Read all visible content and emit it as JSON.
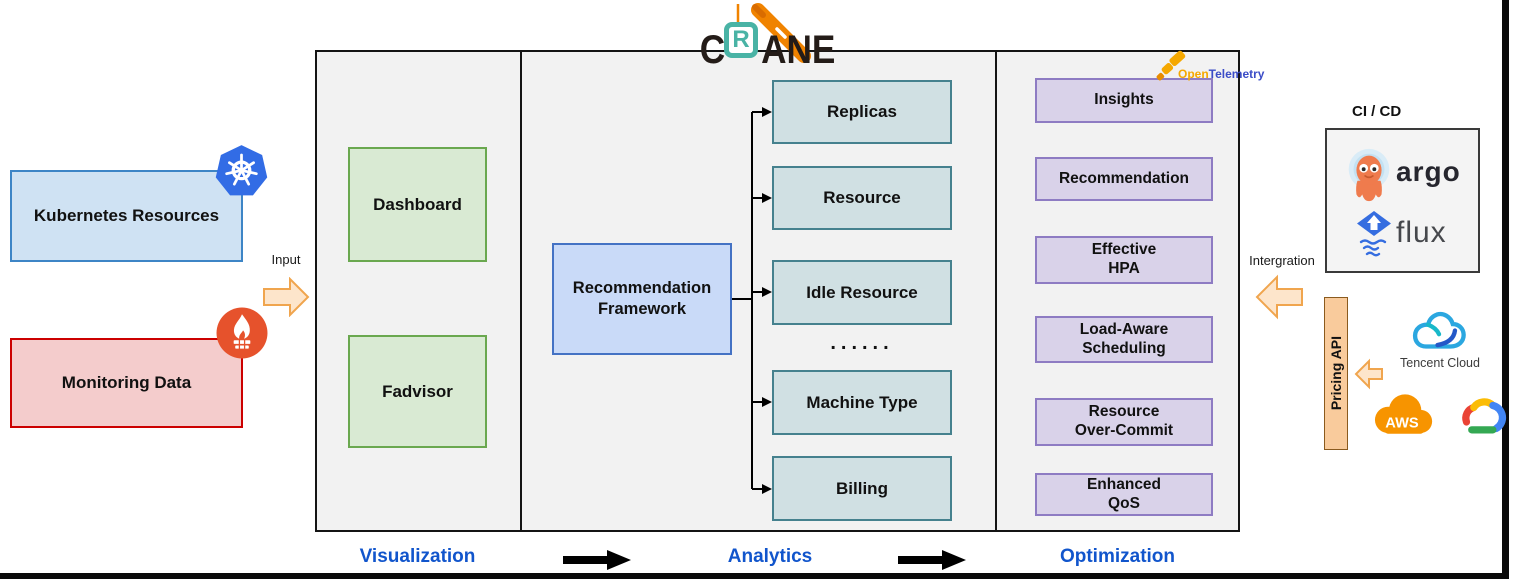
{
  "brand": {
    "c": "C",
    "r": "R",
    "ane": "ANE"
  },
  "sources": {
    "kubernetes_label": "Kubernetes Resources",
    "monitoring_label": "Monitoring Data",
    "input_label": "Input"
  },
  "visualization": {
    "title": "Visualization",
    "dashboard": "Dashboard",
    "fadvisor": "Fadvisor"
  },
  "analytics": {
    "title": "Analytics",
    "framework": "Recommendation\nFramework",
    "items": [
      "Replicas",
      "Resource",
      "Idle Resource",
      "Machine Type",
      "Billing"
    ],
    "ellipsis": "......"
  },
  "optimization": {
    "title": "Optimization",
    "items": [
      "Insights",
      "Recommendation",
      "Effective\nHPA",
      "Load-Aware\nScheduling",
      "Resource\nOver-Commit",
      "Enhanced\nQoS"
    ]
  },
  "opentelemetry": {
    "open": "Open",
    "telemetry": "Telemetry"
  },
  "integration": {
    "label": "Intergration",
    "cicd_title": "CI / CD",
    "argo_label": "argo",
    "flux_label": "flux",
    "pricing_api_label": "Pricing API",
    "tencent_label": "Tencent Cloud",
    "aws_label": "AWS"
  },
  "colors": {
    "kubernetes_fill": "#cfe2f3",
    "kubernetes_border": "#3d85c6",
    "monitoring_fill": "#f4cccc",
    "monitoring_border": "#cc0000",
    "visualization_fill": "#d9ead3",
    "visualization_border": "#6aa84f",
    "framework_fill": "#c9daf8",
    "framework_border": "#4472c4",
    "analytics_fill": "#d0e0e3",
    "analytics_border": "#45818e",
    "optimization_fill": "#d9d2e9",
    "optimization_border": "#8e7cc3",
    "panel_fill": "#f2f2f2",
    "block_arrow_fill": "#fde5cb",
    "block_arrow_border": "#f0a54e",
    "pricing_fill": "#f9cb9c",
    "section_label_color": "#1155cc",
    "crane_teal": "#49b3a5",
    "crane_orange": "#f08300",
    "kubernetes_blue": "#326ce5",
    "prometheus_orange": "#e6522c"
  }
}
